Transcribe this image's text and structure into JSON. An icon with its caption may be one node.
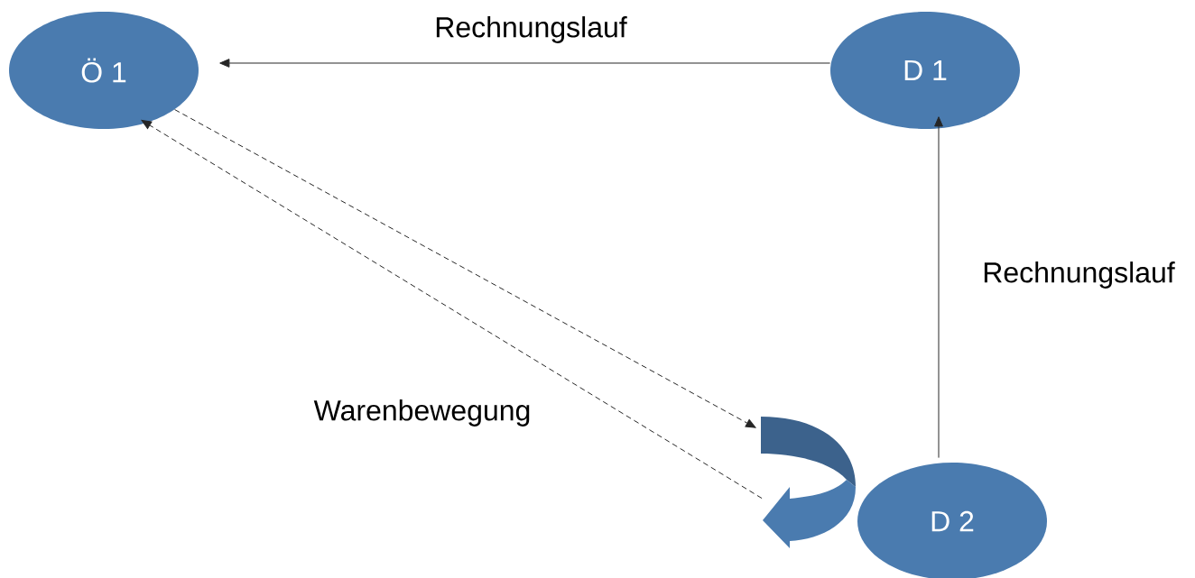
{
  "diagram": {
    "nodes": [
      {
        "text": [
          "Ö 1"
        ]
      },
      {
        "text": [
          "D 1"
        ]
      },
      {
        "text": [
          "D 2"
        ]
      },
      {
        "text": [],
        "shape": "arrow"
      }
    ],
    "edges": [
      {
        "from": 1,
        "to": 0,
        "arrow": "to",
        "label": "Rechnungslauf"
      },
      {
        "from": 2,
        "to": 1,
        "arrow": "to",
        "label": "Rechnungslauf"
      },
      {
        "from": 0,
        "to": 3,
        "arrow": "to",
        "style": "dashed"
      },
      {
        "from": 3,
        "to": 0,
        "arrow": "to",
        "style": "dashed"
      }
    ],
    "labels": [
      "Warenbewegung"
    ]
  }
}
